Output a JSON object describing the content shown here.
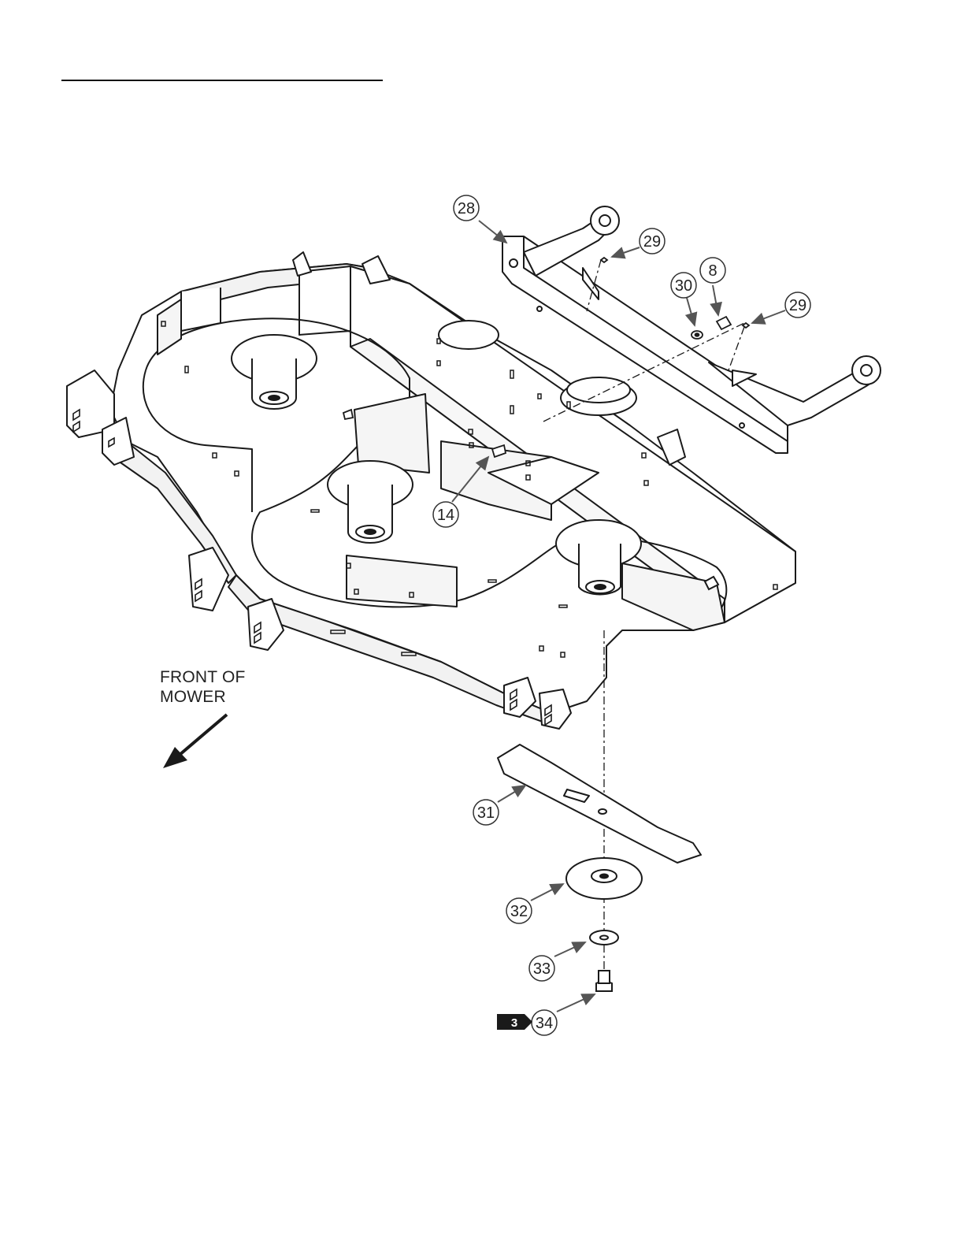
{
  "front_label": {
    "line1": "FRONT OF",
    "line2": "MOWER"
  },
  "reference_badge": "3",
  "callouts": [
    {
      "id": "28",
      "label": "28"
    },
    {
      "id": "29a",
      "label": "29"
    },
    {
      "id": "8",
      "label": "8"
    },
    {
      "id": "30",
      "label": "30"
    },
    {
      "id": "29b",
      "label": "29"
    },
    {
      "id": "14",
      "label": "14"
    },
    {
      "id": "31",
      "label": "31"
    },
    {
      "id": "32",
      "label": "32"
    },
    {
      "id": "33",
      "label": "33"
    },
    {
      "id": "34",
      "label": "34"
    }
  ],
  "colors": {
    "line": "#1a1a1a",
    "fill": "#ffffff",
    "shade": "#f2f2f2",
    "badge": "#1a1a1a"
  }
}
